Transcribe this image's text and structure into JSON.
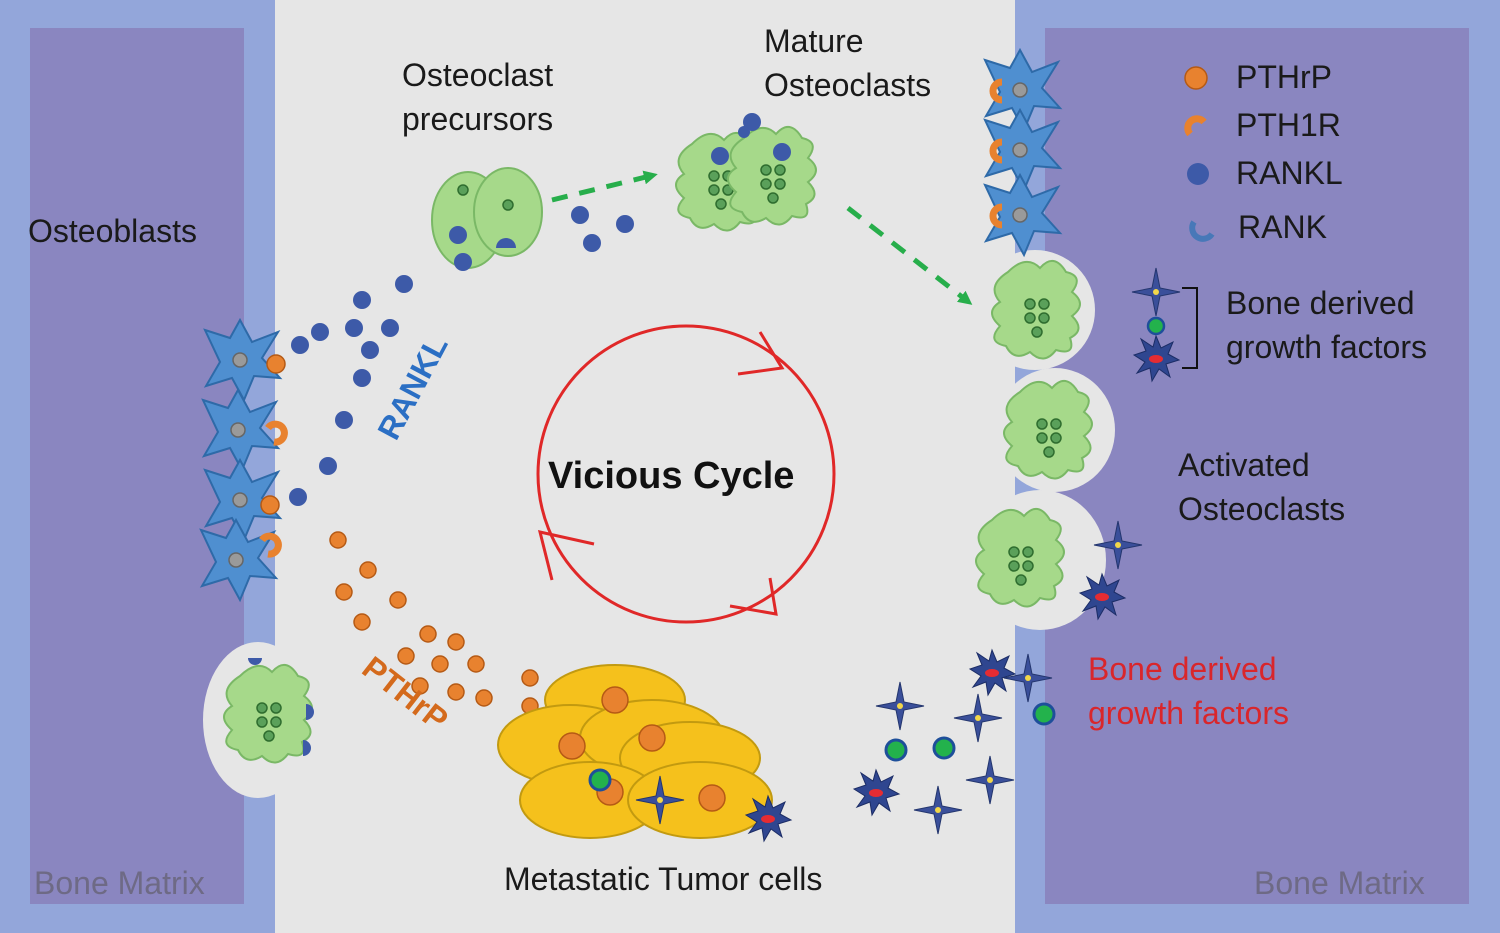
{
  "labels": {
    "osteoblasts": "Osteoblasts",
    "osteoclast_precursors": [
      "Osteoclast",
      "precursors"
    ],
    "mature_osteoclasts": [
      "Mature",
      "Osteoclasts"
    ],
    "activated_osteoclasts": [
      "Activated",
      "Osteoclasts"
    ],
    "metastatic_tumor_cells": "Metastatic Tumor cells",
    "bone_matrix_left": "Bone Matrix",
    "bone_matrix_right": "Bone Matrix",
    "vicious_cycle": "Vicious Cycle",
    "rankl_arrow": "RANKL",
    "pthrp_arrow": "PTHrP",
    "bone_derived_red": [
      "Bone derived",
      "growth factors"
    ]
  },
  "legend": {
    "items": [
      "PTHrP",
      "PTH1R",
      "RANKL",
      "RANK"
    ],
    "bracket_label": [
      "Bone derived",
      "growth factors"
    ]
  },
  "colors": {
    "bone_matrix": "#8a86c0",
    "bone_border": "#93a6da",
    "marrow": "#e6e6e6",
    "osteoblast": "#4f8fd0",
    "osteoclast": "#a6d98a",
    "tumor": "#f5c11c",
    "pthrp": "#e8822f",
    "rankl": "#3d5aa8",
    "cycle": "#e02828",
    "arrow": "#27ae4b"
  }
}
